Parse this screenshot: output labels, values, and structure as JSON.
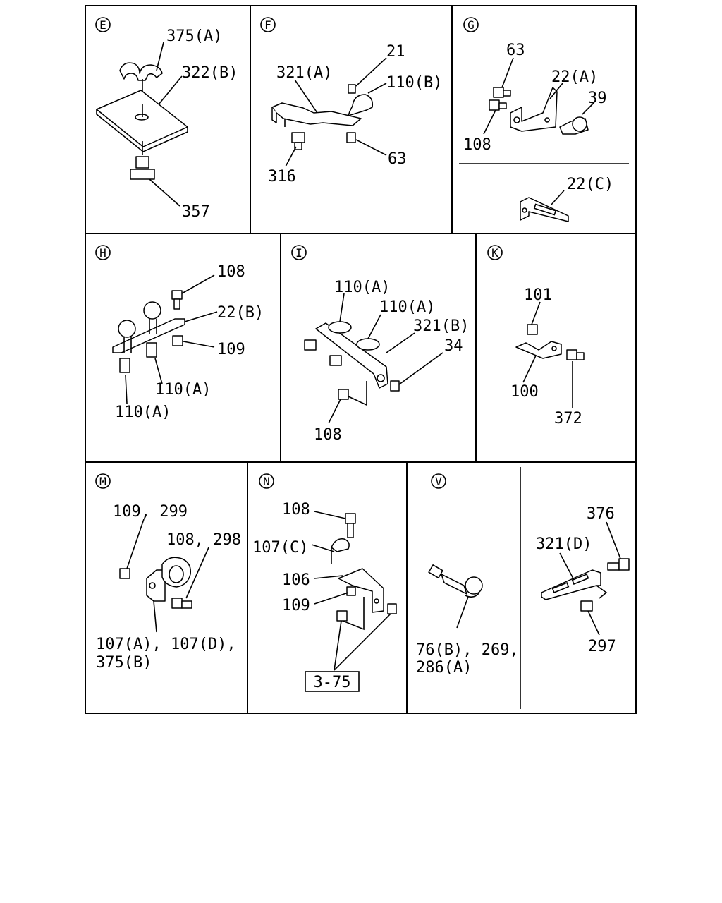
{
  "panels": {
    "E": {
      "letter": "E",
      "labels": [
        "375(A)",
        "322(B)",
        "357"
      ]
    },
    "F": {
      "letter": "F",
      "labels": [
        "21",
        "321(A)",
        "110(B)",
        "316",
        "63"
      ]
    },
    "G": {
      "letter": "G",
      "labels": [
        "63",
        "22(A)",
        "39",
        "108",
        "22(C)"
      ]
    },
    "H": {
      "letter": "H",
      "labels": [
        "108",
        "22(B)",
        "109",
        "110(A)",
        "110(A)"
      ]
    },
    "I": {
      "letter": "I",
      "labels": [
        "110(A)",
        "110(A)",
        "321(B)",
        "34",
        "108"
      ]
    },
    "K": {
      "letter": "K",
      "labels": [
        "101",
        "100",
        "372"
      ]
    },
    "M": {
      "letter": "M",
      "labels": [
        "109, 299",
        "108, 298",
        "107(A), 107(D),",
        "375(B)"
      ]
    },
    "N": {
      "letter": "N",
      "labels": [
        "108",
        "107(C)",
        "106",
        "109",
        "3-75"
      ]
    },
    "V": {
      "letter": "V",
      "labels": [
        "76(B), 269,",
        "286(A)",
        "376",
        "321(D)",
        "297"
      ]
    }
  }
}
